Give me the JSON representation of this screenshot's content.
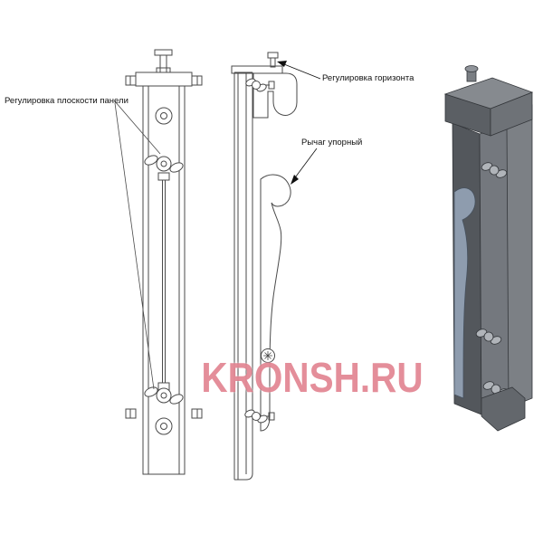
{
  "annotations": {
    "panel_plane_adjustment": "Регулировка плоскости панели",
    "horizon_adjustment": "Регулировка горизонта",
    "thrust_lever": "Рычаг упорный"
  },
  "watermark": {
    "text": "KRONSH.RU",
    "color": "#d3495c"
  },
  "colors": {
    "background": "#ffffff",
    "line_art": "#4a4a4a",
    "annotation_text": "#101010",
    "render_body_dark": "#53575c",
    "render_body_light": "#74787e",
    "render_cap_top": "#868a8f",
    "render_lever_blue": "#8e9cae",
    "render_wing_nut": "#b0b4b9"
  }
}
